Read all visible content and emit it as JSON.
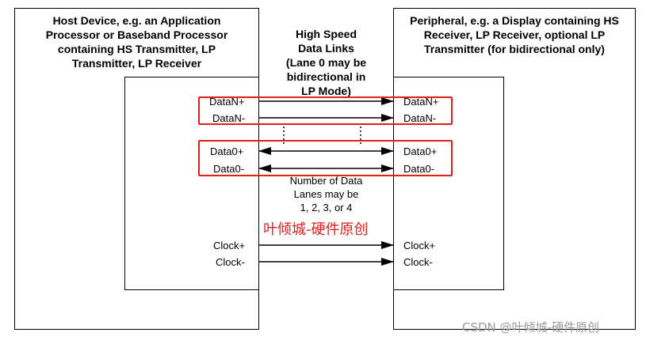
{
  "host": {
    "title": [
      "Host Device, e.g. an Application",
      "Processor or Baseband Processor",
      "containing HS Transmitter, LP",
      "Transmitter,  LP Receiver"
    ]
  },
  "peripheral": {
    "title": [
      "Peripheral, e.g. a Display containing  HS",
      "Receiver, LP Receiver, optional LP",
      "Transmitter (for bidirectional only)"
    ]
  },
  "links_caption": [
    "High Speed",
    "Data  Links",
    "(Lane 0 may be",
    "bidirectional in",
    "LP Mode)"
  ],
  "lanes_note": [
    "Number of Data",
    "Lanes may be",
    "1, 2, 3, or 4"
  ],
  "signals": {
    "host": [
      "DataN+",
      "DataN-",
      "Data0+",
      "Data0-",
      "Clock+",
      "Clock-"
    ],
    "peripheral": [
      "DataN+",
      "DataN-",
      "Data0+",
      "Data0-",
      "Clock+",
      "Clock-"
    ]
  },
  "watermark_center": "叶倾城-硬件原创",
  "watermark_corner": "CSDN @叶倾城-硬件原创",
  "colors": {
    "highlight": "#e0201c",
    "line": "#000000",
    "watermark": "#9a9a9a"
  }
}
